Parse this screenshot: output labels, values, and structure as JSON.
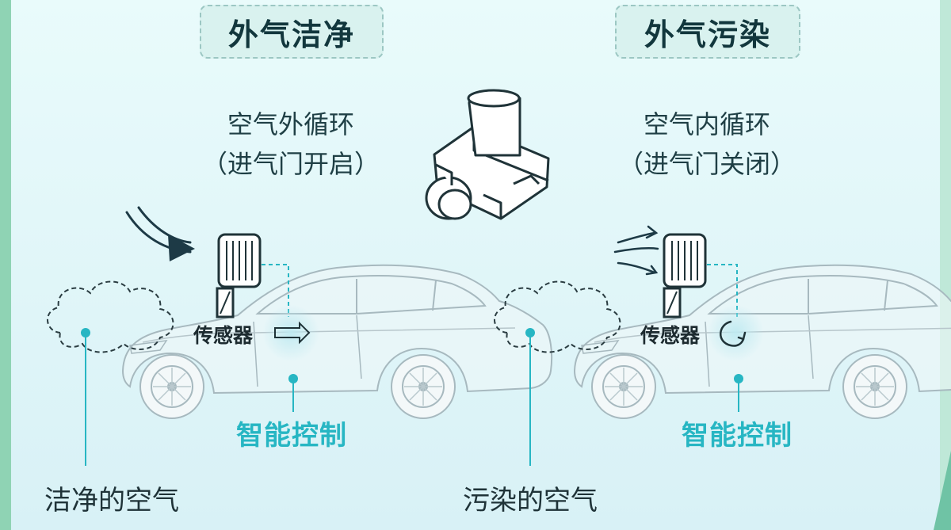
{
  "left_panel": {
    "title": "外气洁净",
    "mode_line1": "空气外循环",
    "mode_line2": "（进气门开启）",
    "sensor_label": "传感器",
    "control_label": "智能控制",
    "air_label": "洁净的空气"
  },
  "right_panel": {
    "title": "外气污染",
    "mode_line1": "空气内循环",
    "mode_line2": "（进气门关闭）",
    "sensor_label": "传感器",
    "control_label": "智能控制",
    "air_label": "污染的空气"
  },
  "colors": {
    "accent": "#27b6c3",
    "title_text": "#12373d",
    "outline": "#1f3338",
    "car_line": "#a7b9bf"
  },
  "icons": {
    "airflow_in": "curved-arrow-icon",
    "airflow_blocked": "wind-lines-icon",
    "sensor_device": "sensor-device-icon",
    "cloud": "cloud-icon",
    "car": "car-icon",
    "intake_door": "intake-door-icon",
    "outside_circulation": "arrow-right-icon",
    "inside_circulation": "circular-arrow-icon"
  }
}
